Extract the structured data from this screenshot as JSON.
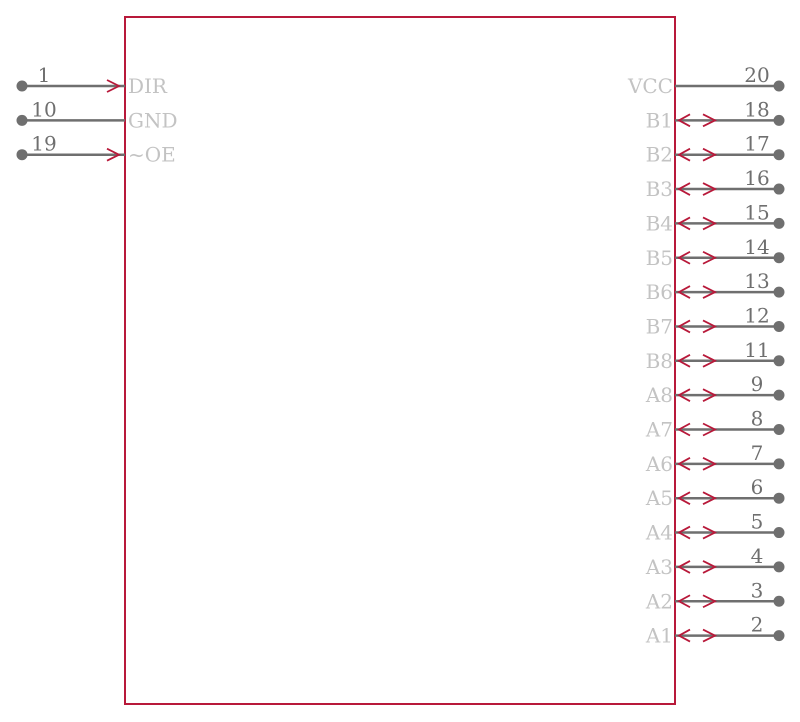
{
  "component": {
    "body_color": "#b8193a",
    "pin_color": "#6f6f6f",
    "label_color": "#c3c3c3",
    "left_pins": [
      {
        "number": "1",
        "label": "DIR",
        "type": "input"
      },
      {
        "number": "10",
        "label": "GND",
        "type": "power"
      },
      {
        "number": "19",
        "label": "~OE",
        "type": "input"
      }
    ],
    "right_pins": [
      {
        "number": "20",
        "label": "VCC",
        "type": "power"
      },
      {
        "number": "18",
        "label": "B1",
        "type": "bidirectional"
      },
      {
        "number": "17",
        "label": "B2",
        "type": "bidirectional"
      },
      {
        "number": "16",
        "label": "B3",
        "type": "bidirectional"
      },
      {
        "number": "15",
        "label": "B4",
        "type": "bidirectional"
      },
      {
        "number": "14",
        "label": "B5",
        "type": "bidirectional"
      },
      {
        "number": "13",
        "label": "B6",
        "type": "bidirectional"
      },
      {
        "number": "12",
        "label": "B7",
        "type": "bidirectional"
      },
      {
        "number": "11",
        "label": "B8",
        "type": "bidirectional"
      },
      {
        "number": "9",
        "label": "A8",
        "type": "bidirectional"
      },
      {
        "number": "8",
        "label": "A7",
        "type": "bidirectional"
      },
      {
        "number": "7",
        "label": "A6",
        "type": "bidirectional"
      },
      {
        "number": "6",
        "label": "A5",
        "type": "bidirectional"
      },
      {
        "number": "5",
        "label": "A4",
        "type": "bidirectional"
      },
      {
        "number": "4",
        "label": "A3",
        "type": "bidirectional"
      },
      {
        "number": "3",
        "label": "A2",
        "type": "bidirectional"
      },
      {
        "number": "2",
        "label": "A1",
        "type": "bidirectional"
      }
    ]
  }
}
